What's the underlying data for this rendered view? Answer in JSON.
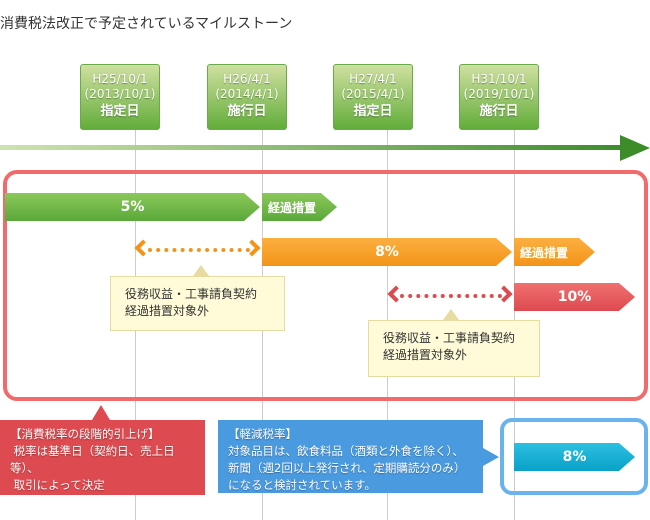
{
  "title": "消費税法改正で予定されているマイルストーン",
  "dates": [
    {
      "wareki": "H25/10/1",
      "seireki": "(2013/10/1)",
      "label": "指定日"
    },
    {
      "wareki": "H26/4/1",
      "seireki": "(2014/4/1)",
      "label": "施行日"
    },
    {
      "wareki": "H27/4/1",
      "seireki": "(2015/4/1)",
      "label": "指定日"
    },
    {
      "wareki": "H31/10/1",
      "seireki": "(2019/10/1)",
      "label": "施行日"
    }
  ],
  "bars": {
    "rate5": "5%",
    "transition1": "経過措置",
    "rate8": "8%",
    "transition2": "経過措置",
    "rate10": "10%",
    "reduced8": "8%"
  },
  "tooltips": [
    {
      "line1": "役務収益・工事請負契約",
      "line2": "経過措置対象外"
    },
    {
      "line1": "役務収益・工事請負契約",
      "line2": "経過措置対象外"
    }
  ],
  "notes": {
    "staged": {
      "heading": "【消費税率の段階的引上げ】",
      "line1": "税率は基準日（契約日、売上日等）、",
      "line2": "取引によって決定"
    },
    "reduced": {
      "heading": "【軽減税率】",
      "line1": "対象品目は、飲食料品（酒類と外食を除く）、",
      "line2": "新聞（週2回以上発行され、定期購読分のみ）",
      "line3": "になると検討されています。"
    }
  },
  "colors": {
    "green": "#5aa83a",
    "orange": "#f39419",
    "red": "#dd4a4f",
    "blue": "#4a9ae0",
    "cyan": "#0aa0c8",
    "frame": "#f26b6b"
  }
}
